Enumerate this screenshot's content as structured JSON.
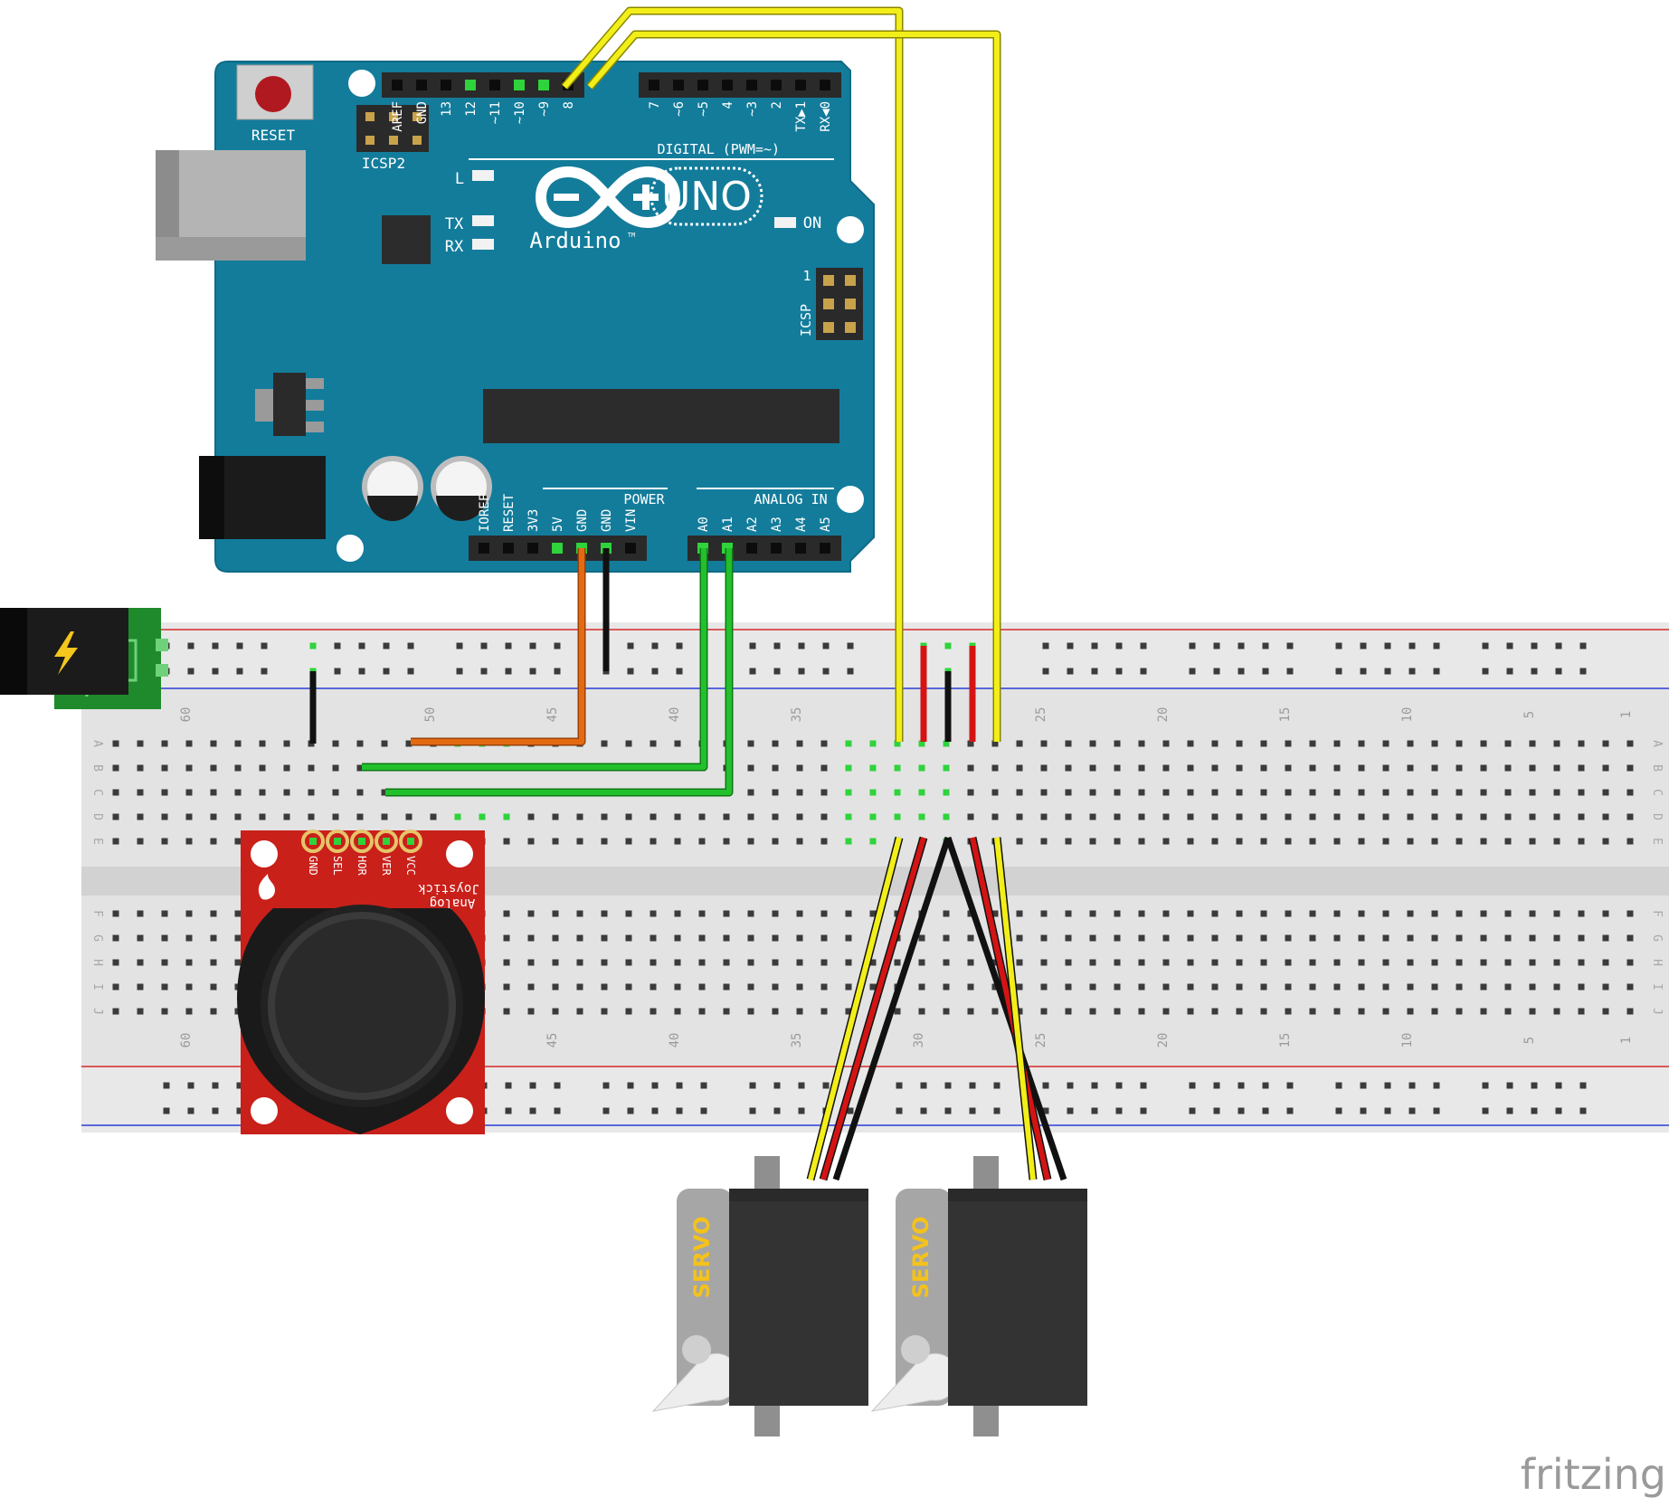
{
  "arduino": {
    "reset_label": "RESET",
    "icsp2_label": "ICSP2",
    "icsp_label": "ICSP",
    "icsp_pin1": "1",
    "brand": "Arduino",
    "tm": "TM",
    "model": "UNO",
    "digital_label": "DIGITAL (PWM=~)",
    "power_label": "POWER",
    "analog_label": "ANALOG IN",
    "led_l": "L",
    "led_tx": "TX",
    "led_rx": "RX",
    "led_on": "ON",
    "digital_pins_left": [
      "AREF",
      "GND",
      "13",
      "12",
      "~11",
      "~10",
      "~9",
      "8"
    ],
    "digital_pins_right": [
      "7",
      "~6",
      "~5",
      "4",
      "~3",
      "2",
      "TX▶1",
      "RX◀0"
    ],
    "power_pins": [
      "IOREF",
      "RESET",
      "3V3",
      "5V",
      "GND",
      "GND",
      "VIN"
    ],
    "analog_pins": [
      "A0",
      "A1",
      "A2",
      "A3",
      "A4",
      "A5"
    ]
  },
  "breadboard": {
    "col_numbers": [
      "60",
      "50",
      "45",
      "40",
      "35",
      "30",
      "25",
      "20",
      "15",
      "10",
      "5",
      "1"
    ],
    "row_letters_top": [
      "A",
      "B",
      "C",
      "D",
      "E"
    ],
    "row_letters_bottom": [
      "F",
      "G",
      "H",
      "I",
      "J"
    ]
  },
  "joystick": {
    "pins": [
      "GND",
      "SEL",
      "HOR",
      "VER",
      "VCC"
    ],
    "title_line1": "Joystick",
    "title_line2": "Analog"
  },
  "servos": [
    {
      "label": "SERVO"
    },
    {
      "label": "SERVO"
    }
  ],
  "footer": {
    "logo": "fritzing"
  },
  "colors": {
    "board": "#137c9b",
    "breadboard": "#e2e2e2",
    "wire_yellow": "#f2ee19",
    "wire_green": "#22c02c",
    "wire_orange": "#e46a12",
    "wire_red": "#d41414",
    "wire_black": "#111111",
    "joystick_pcb": "#c9201a",
    "power_jack_pcb": "#1e8a2c",
    "servo_body": "#333333",
    "servo_text": "#f4c21b"
  }
}
